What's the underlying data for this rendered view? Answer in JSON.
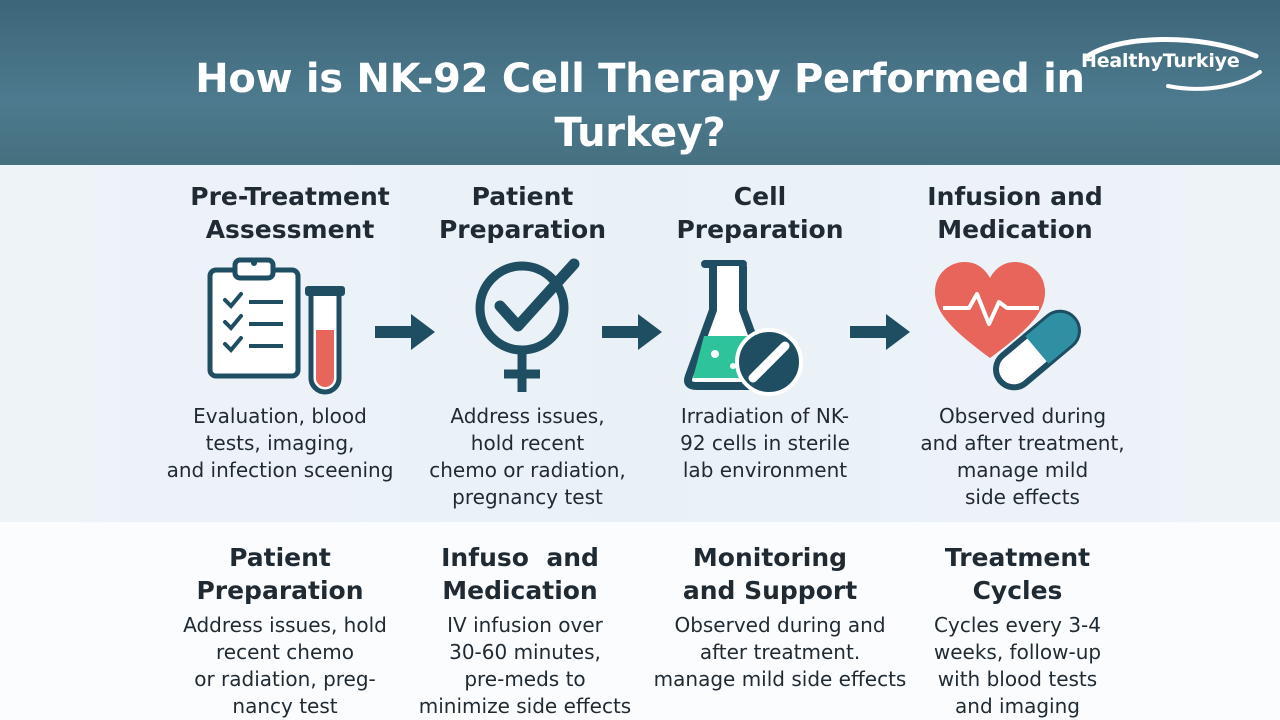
{
  "header": {
    "title_line1": "How is NK-92 Cell Therapy Performed in",
    "title_line2": "Turkey?",
    "logo_text": "HealthyTurkiye"
  },
  "steps": [
    {
      "title_l1": "Pre-Treatment",
      "title_l2": "Assessment",
      "desc": [
        "Evaluation, blood",
        "tests, imaging,",
        "and infection sceening"
      ],
      "icon": "clipboard-test-tube-icon"
    },
    {
      "title_l1": "Patient",
      "title_l2": "Preparation",
      "desc": [
        "Address issues,",
        "hold recent",
        "chemo or radiation,",
        "pregnancy test"
      ],
      "icon": "female-check-icon"
    },
    {
      "title_l1": "Cell",
      "title_l2": "Preparation",
      "desc": [
        "Irradiation of NK-",
        "92 cells in sterile",
        "lab environment"
      ],
      "icon": "flask-icon"
    },
    {
      "title_l1": "Infusion and",
      "title_l2": "Medication",
      "desc": [
        "Observed during",
        "and after treatment,",
        "manage mild",
        "side effects"
      ],
      "icon": "heart-capsule-icon"
    }
  ],
  "lower": [
    {
      "title_l1": "Patient",
      "title_l2": "Preparation",
      "desc": [
        "Address issues, hold",
        "recent chemo",
        "or radiation, preg-",
        "nancy test"
      ]
    },
    {
      "title_l1": "Infuso  and",
      "title_l2": "Medication",
      "desc": [
        "IV infusion over",
        "30-60 minutes,",
        "pre-meds to",
        "minimize side effects"
      ]
    },
    {
      "title_l1": "Monitoring",
      "title_l2": "and Support",
      "desc": [
        "Observed during and",
        "after treatment.",
        "manage mild side effects"
      ]
    },
    {
      "title_l1": "Treatment",
      "title_l2": "Cycles",
      "desc": [
        "Cycles every 3-4",
        "weeks, follow-up",
        "with blood tests",
        "and imaging"
      ]
    }
  ],
  "colors": {
    "navy": "#1f4e63",
    "teal": "#2fc39b",
    "red": "#e7655a",
    "header": "#45707f"
  }
}
